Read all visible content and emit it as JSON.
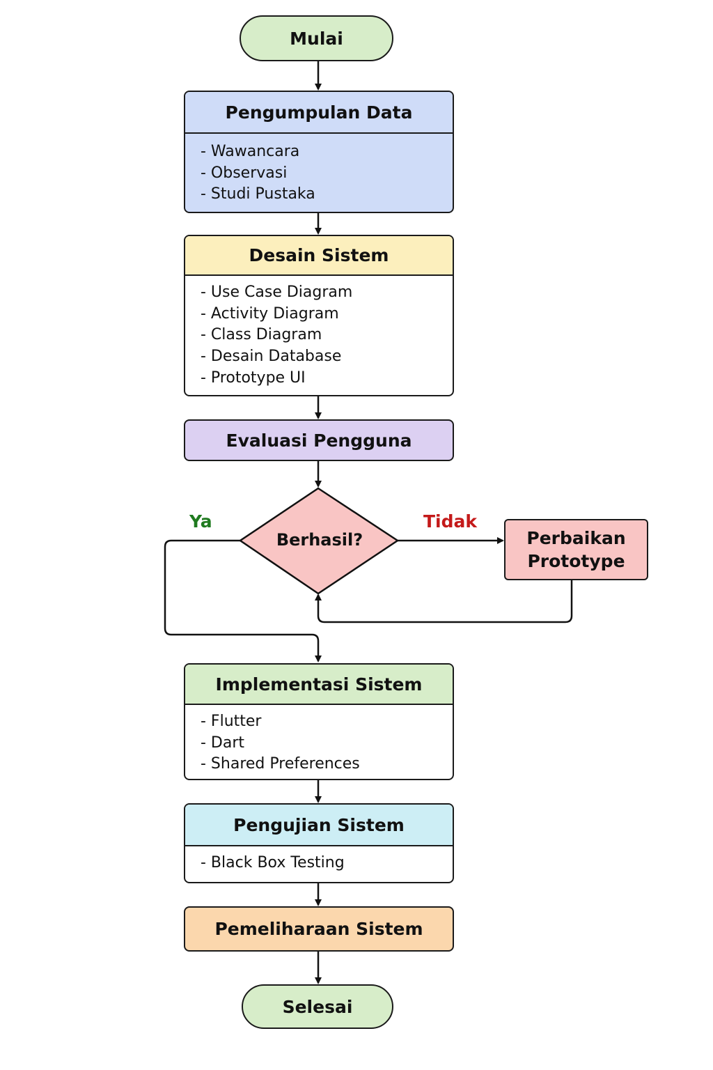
{
  "start": "Mulai",
  "end": "Selesai",
  "data_collection": {
    "title": "Pengumpulan Data",
    "items": [
      "- Wawancara",
      "- Observasi",
      "- Studi Pustaka"
    ],
    "color": "#cfdcf8"
  },
  "system_design": {
    "title": "Desain Sistem",
    "items": [
      "- Use Case Diagram",
      "- Activity Diagram",
      "- Class Diagram",
      "- Desain Database",
      "- Prototype UI"
    ],
    "color": "#fcefbd"
  },
  "user_evaluation": {
    "title": "Evaluasi Pengguna",
    "color": "#dcd0f2"
  },
  "decision": {
    "question": "Berhasil?",
    "yes_label": "Ya",
    "no_label": "Tidak",
    "color": "#f9c5c4",
    "yes_color": "#1f7a1f",
    "no_color": "#c41a1a"
  },
  "prototype_fix": {
    "line1": "Perbaikan",
    "line2": "Prototype",
    "color": "#f9c5c4"
  },
  "implementation": {
    "title": "Implementasi Sistem",
    "items": [
      "- Flutter",
      "- Dart",
      "- Shared Preferences"
    ],
    "color": "#d7edc9"
  },
  "testing": {
    "title": "Pengujian Sistem",
    "items": [
      "- Black Box Testing"
    ],
    "color": "#cdeef5"
  },
  "maintenance": {
    "title": "Pemeliharaan Sistem",
    "color": "#fbd7ad"
  }
}
